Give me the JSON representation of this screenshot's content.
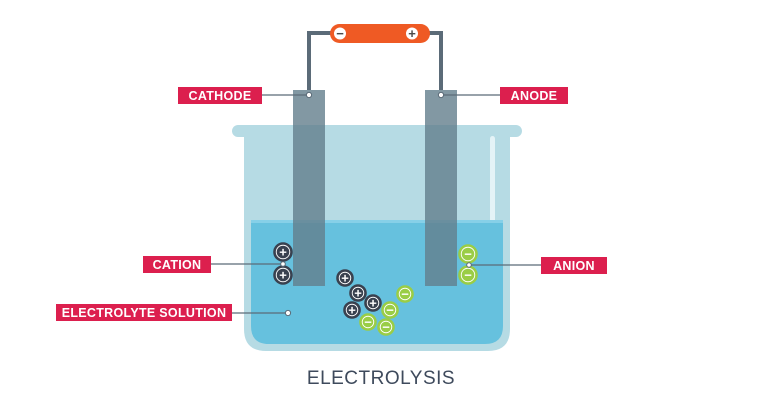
{
  "labels": {
    "cathode": "CATHODE",
    "anode": "ANODE",
    "cation": "CATION",
    "anion": "ANION",
    "electrolyte": "ELECTROLYTE SOLUTION"
  },
  "caption": "ELECTROLYSIS",
  "battery": {
    "negative": "−",
    "positive": "+"
  },
  "ions": {
    "positive_symbol": "+",
    "negative_symbol": "−"
  },
  "colors": {
    "label_bg": "#dc1f4e",
    "battery": "#ef5a24",
    "wire": "#5b6b78",
    "electrode": "#637e8c",
    "beaker": "#b6dbe4",
    "solution": "#66c1de",
    "cation": "#39414f",
    "anion": "#9acd46"
  }
}
